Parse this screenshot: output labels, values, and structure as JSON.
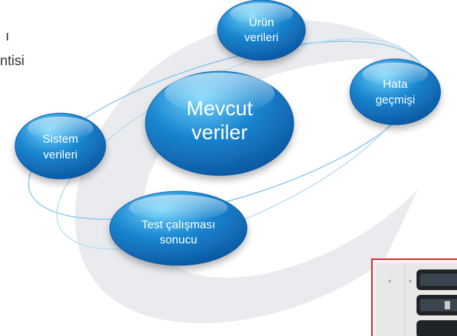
{
  "clipped_text": {
    "line1": "ı",
    "line2": "ntisi"
  },
  "diagram": {
    "center": {
      "lines": [
        "Mevcut",
        "veriler"
      ]
    },
    "nodes": [
      {
        "id": "urun",
        "lines": [
          "Ürün",
          "verileri"
        ]
      },
      {
        "id": "hata",
        "lines": [
          "Hata",
          "geçmişi"
        ]
      },
      {
        "id": "sistem",
        "lines": [
          "Sistem",
          "verileri"
        ]
      },
      {
        "id": "test",
        "lines": [
          "Test çalışması",
          "sonucu"
        ]
      }
    ],
    "colors": {
      "bubble_light": "#4fc3f4",
      "bubble_mid": "#1a86d0",
      "bubble_dark": "#0a4f9a",
      "orbit": "#7fc3e8",
      "logo": "#e3e5e8",
      "device_border": "#cc1f26"
    }
  }
}
